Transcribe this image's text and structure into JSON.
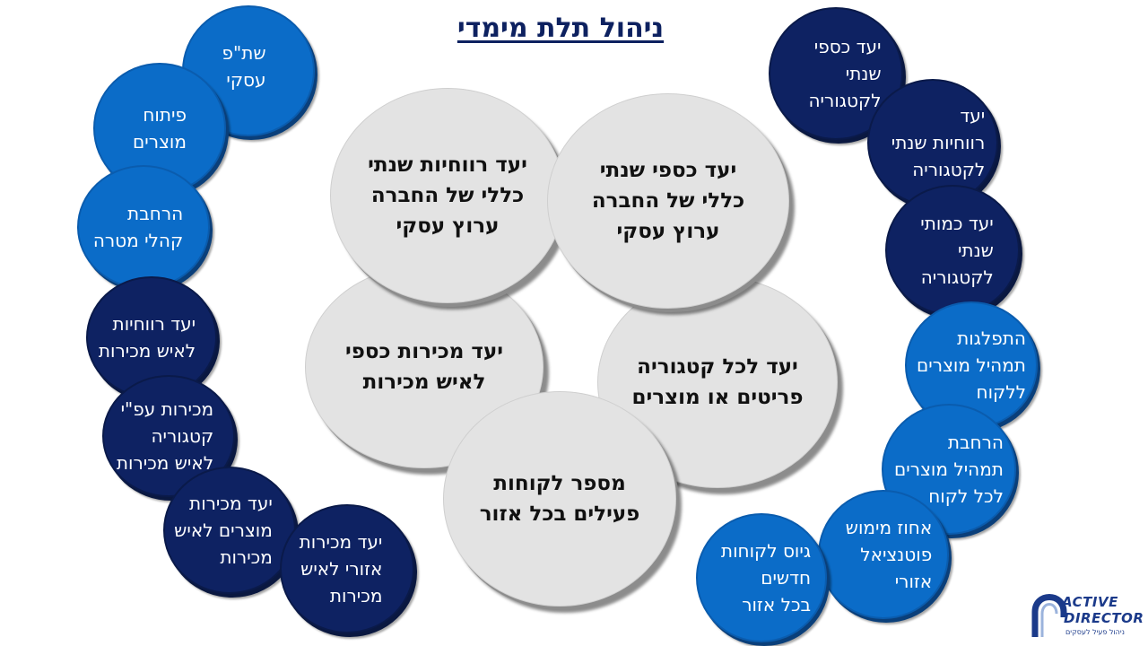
{
  "title": "ניהול תלת מימדי",
  "center": [
    {
      "id": "c1",
      "text": "יעד רווחיות שנתי\nכללי של החברה\nערוץ עסקי"
    },
    {
      "id": "c2",
      "text": "יעד כספי שנתי\nכללי של החברה\nערוץ עסקי"
    },
    {
      "id": "c3",
      "text": "יעד מכירות כספי\nלאיש מכירות"
    },
    {
      "id": "c4",
      "text": "יעד לכל קטגוריה\nפריטים או מוצרים"
    },
    {
      "id": "c5",
      "text": "מספר לקוחות\nפעילים בכל אזור"
    }
  ],
  "left": [
    {
      "id": "l1",
      "color": "blue",
      "text": "שת\"פ\nעסקי"
    },
    {
      "id": "l2",
      "color": "blue",
      "text": "פיתוח\nמוצרים"
    },
    {
      "id": "l3",
      "color": "blue",
      "text": "הרחבת\nקהלי מטרה"
    },
    {
      "id": "l4",
      "color": "navy",
      "text": "יעד רווחיות\nלאיש מכירות"
    },
    {
      "id": "l5",
      "color": "navy",
      "text": "מכירות  עפ\"י\nקטגוריה\nלאיש מכירות"
    },
    {
      "id": "l6",
      "color": "navy",
      "text": "יעד מכירות\nמוצרים לאיש\nמכירות"
    },
    {
      "id": "l7",
      "color": "navy",
      "text": "יעד מכירות\nאזורי לאיש\nמכירות"
    }
  ],
  "right": [
    {
      "id": "r1",
      "color": "navy",
      "text": "יעד כספי\nשנתי\nלקטגוריה"
    },
    {
      "id": "r2",
      "color": "navy",
      "text": "יעד\nרווחיות שנתי\nלקטגוריה"
    },
    {
      "id": "r3",
      "color": "navy",
      "text": "יעד כמותי\nשנתי\nלקטגוריה"
    },
    {
      "id": "r4",
      "color": "blue",
      "text": "התפלגות\nתמהיל מוצרים\nללקוח"
    },
    {
      "id": "r5",
      "color": "blue",
      "text": "הרחבת\nתמהיל מוצרים\nלכל לקוח"
    },
    {
      "id": "r6",
      "color": "blue",
      "text": "אחוז מימוש\nפוטנציאל\nאזורי"
    },
    {
      "id": "r7",
      "color": "blue",
      "text": "גיוס לקוחות\nחדשים\nבכל אזור"
    }
  ],
  "logo": {
    "line1": "ACTIVE",
    "line2": "DIRECTOR",
    "tagline": "ניהול פעיל לעסקים",
    "color": "#1b3a8a"
  },
  "colors": {
    "navy": "#0e2262",
    "blue": "#0b6cc8",
    "gray": "#e3e3e3",
    "title": "#0d2160"
  }
}
